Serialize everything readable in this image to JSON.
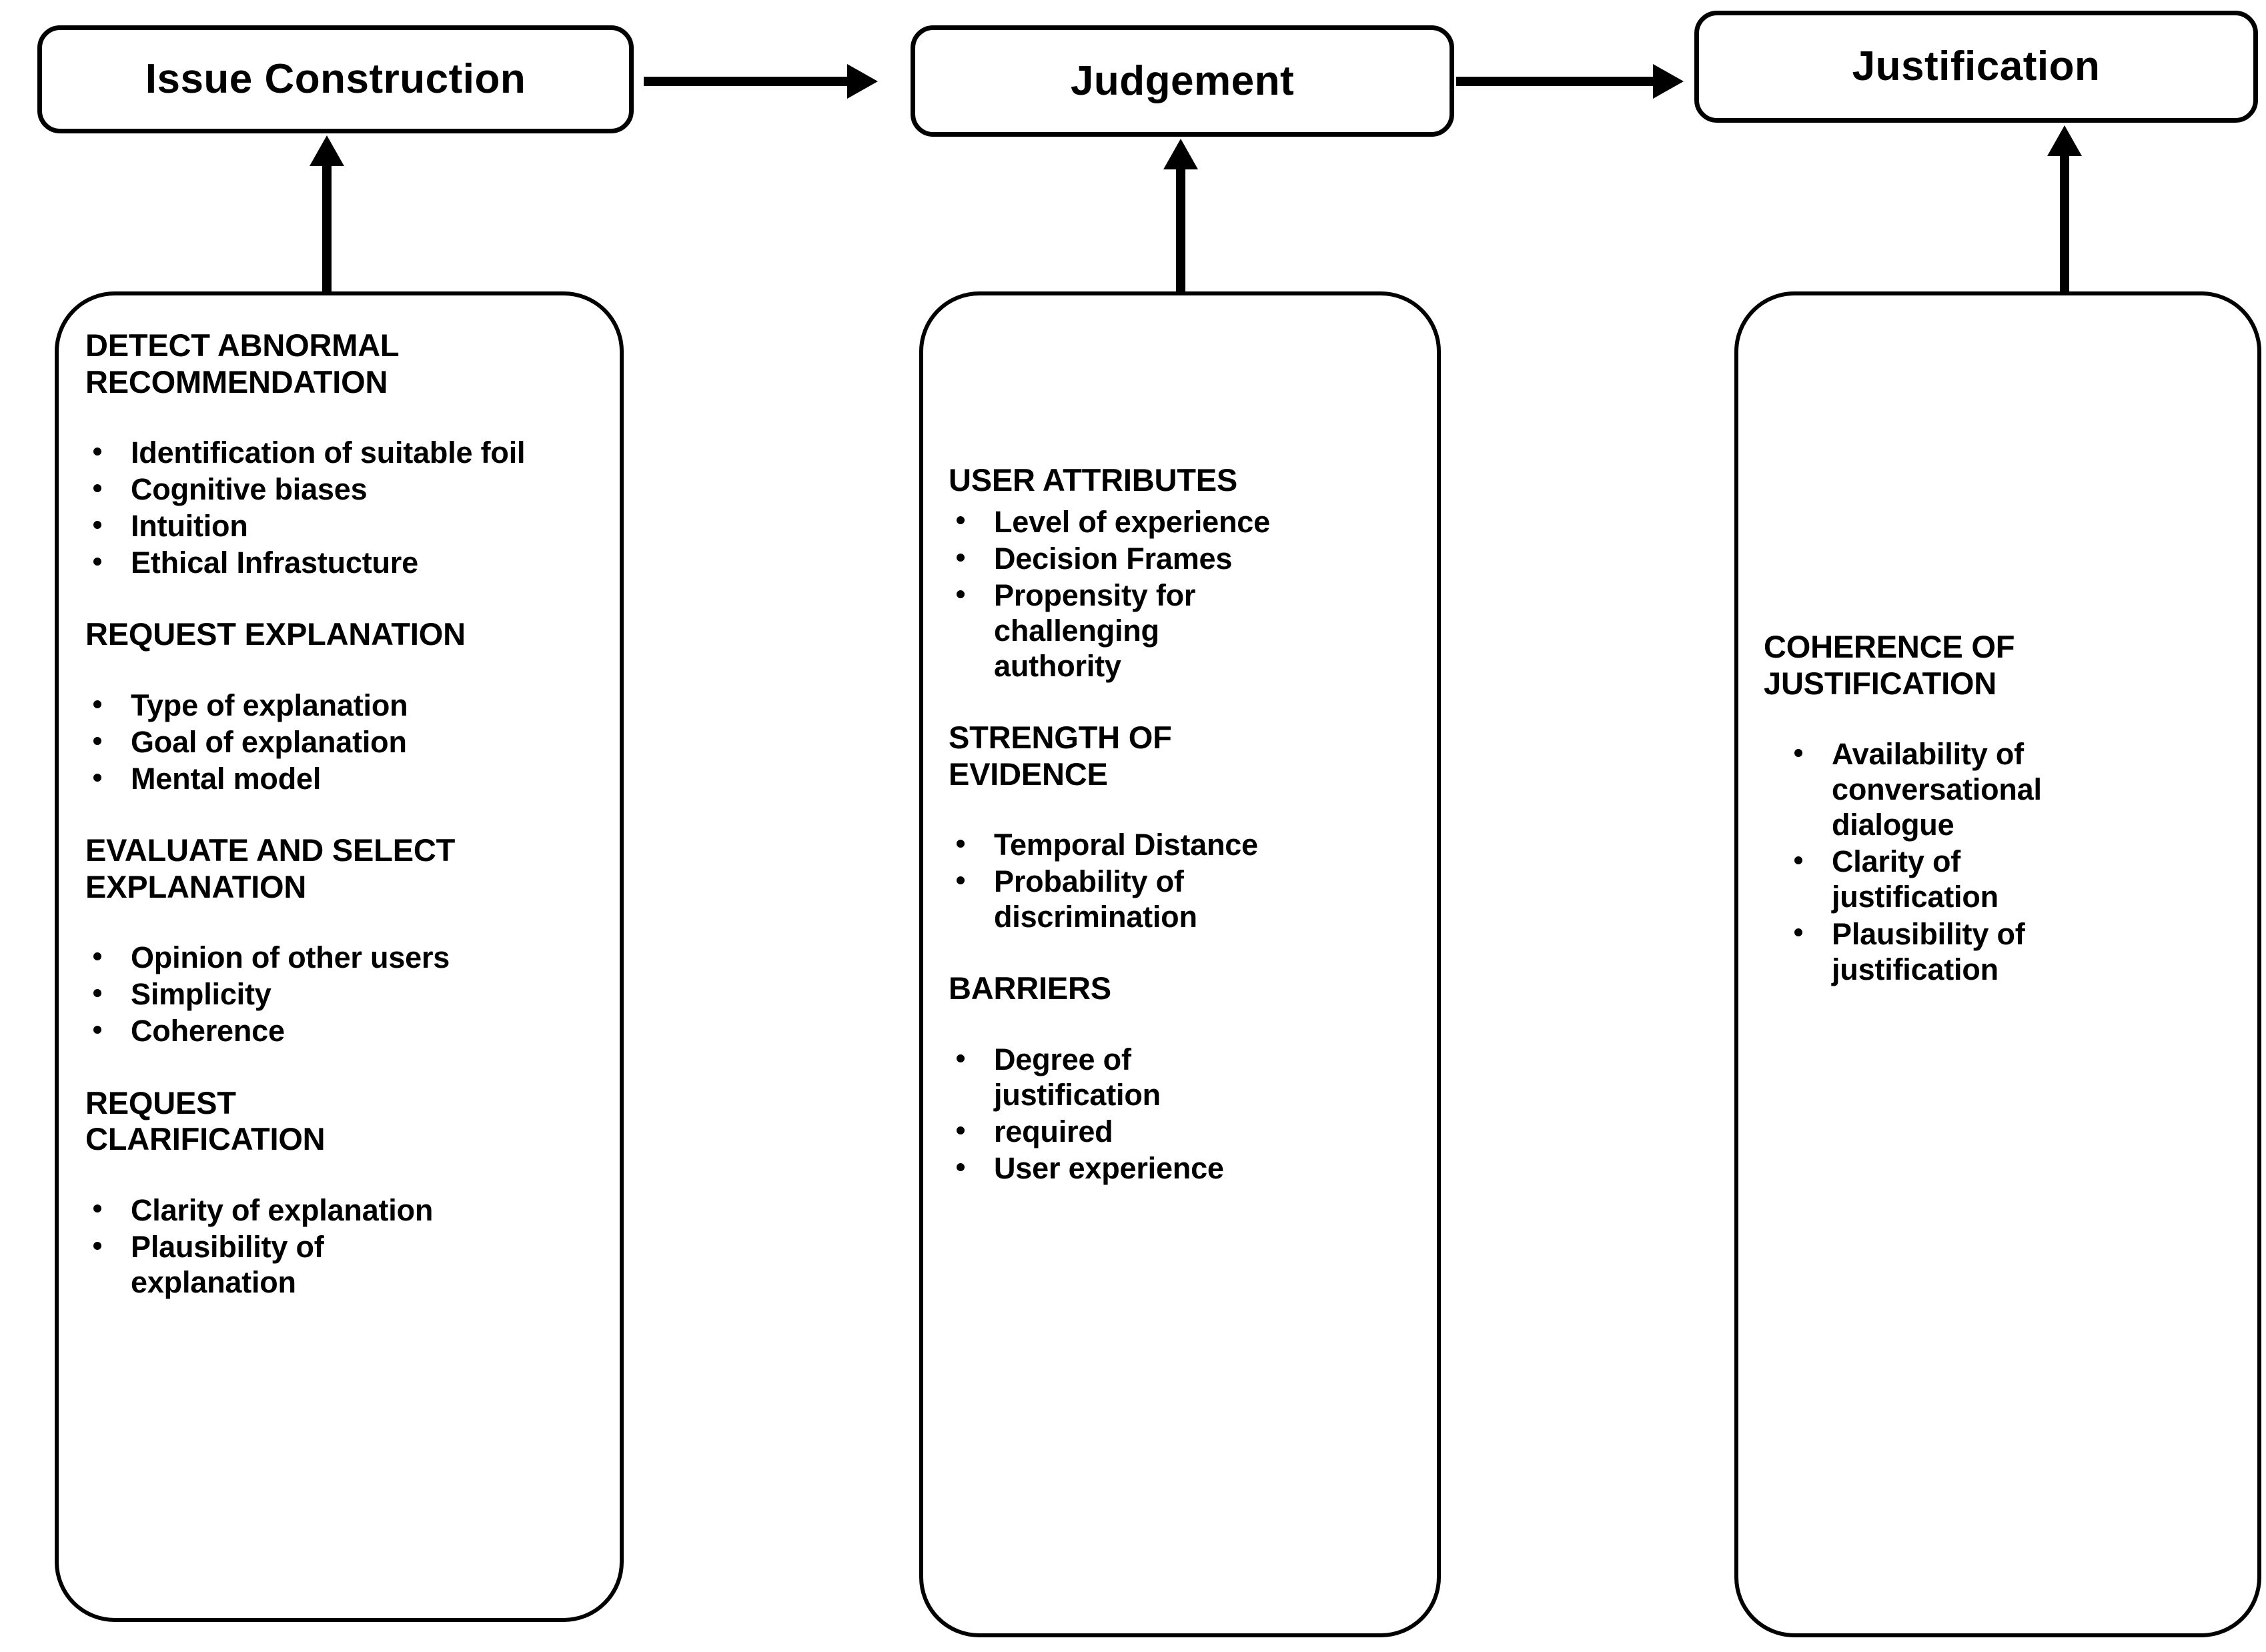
{
  "diagram": {
    "title": "Issue Construction, Judgement and Justification framework",
    "line_color": "#000000",
    "background_color": "#ffffff"
  },
  "stages": [
    {
      "id": "issue-construction",
      "label": "Issue Construction"
    },
    {
      "id": "judgement",
      "label": "Judgement"
    },
    {
      "id": "justification",
      "label": "Justification"
    }
  ],
  "connectors": {
    "stage1_to_stage2": "arrow-right",
    "stage2_to_stage3": "arrow-right",
    "panel1_to_stage1": "arrow-up",
    "panel2_to_stage2": "arrow-up",
    "panel3_to_stage3": "arrow-up"
  },
  "panels": [
    {
      "id": "issue-construction-panel",
      "sections": [
        {
          "heading": "DETECT ABNORMAL\nRECOMMENDATION",
          "items": [
            "Identification of suitable foil",
            "Cognitive biases",
            "Intuition",
            "Ethical Infrastucture"
          ]
        },
        {
          "heading": "REQUEST EXPLANATION",
          "items": [
            "Type of explanation",
            "Goal of explanation",
            "Mental model"
          ]
        },
        {
          "heading": "EVALUATE AND SELECT\nEXPLANATION",
          "items": [
            "Opinion of other users",
            "Simplicity",
            "Coherence"
          ]
        },
        {
          "heading": "REQUEST\nCLARIFICATION",
          "items": [
            "Clarity of explanation",
            "Plausibility of explanation"
          ]
        }
      ]
    },
    {
      "id": "judgement-panel",
      "sections": [
        {
          "heading": "USER ATTRIBUTES",
          "items": [
            "Level of experience",
            "Decision Frames",
            "Propensity for challenging authority"
          ]
        },
        {
          "heading": "STRENGTH OF\nEVIDENCE",
          "items": [
            "Temporal Distance",
            "Probability of discrimination"
          ]
        },
        {
          "heading": "BARRIERS",
          "items": [
            "Degree of justification",
            "required",
            "User experience"
          ]
        }
      ]
    },
    {
      "id": "justification-panel",
      "sections": [
        {
          "heading": "COHERENCE OF\nJUSTIFICATION",
          "items": [
            "Availability of conversational dialogue",
            "Clarity of justification",
            "Plausibility of justification"
          ]
        }
      ]
    }
  ]
}
